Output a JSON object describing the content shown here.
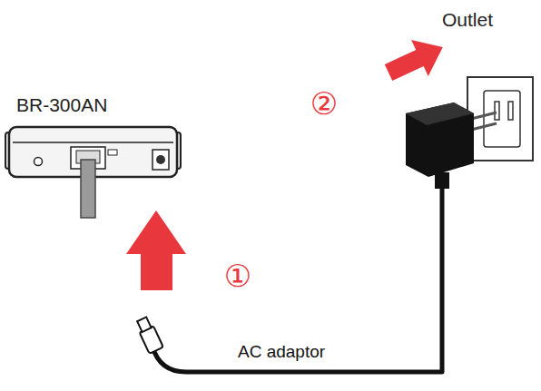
{
  "diagram": {
    "labels": [
      "Outlet",
      "②",
      "BR-300AN",
      "①",
      "AC adaptor"
    ]
  }
}
